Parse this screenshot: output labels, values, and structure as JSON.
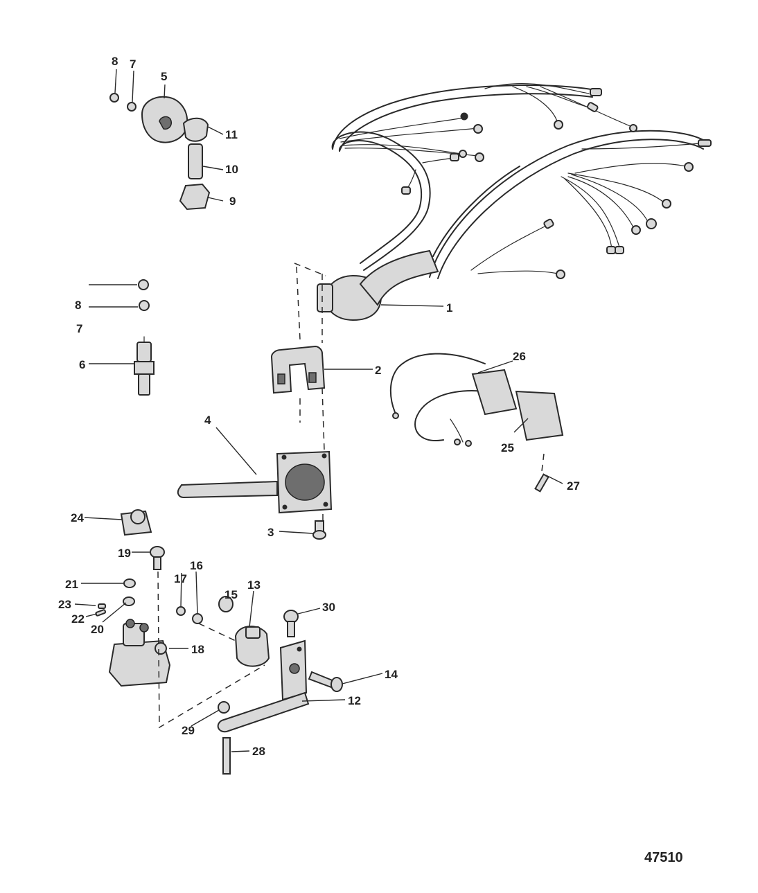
{
  "figure_number": "47510",
  "callouts": [
    "1",
    "2",
    "3",
    "4",
    "5",
    "6",
    "7",
    "8",
    "9",
    "10",
    "11",
    "12",
    "13",
    "14",
    "15",
    "16",
    "17",
    "18",
    "19",
    "20",
    "21",
    "22",
    "23",
    "24",
    "25",
    "26",
    "27",
    "28",
    "29",
    "30"
  ],
  "colors": {
    "ink": "#2a2a2a",
    "background": "#ffffff"
  }
}
